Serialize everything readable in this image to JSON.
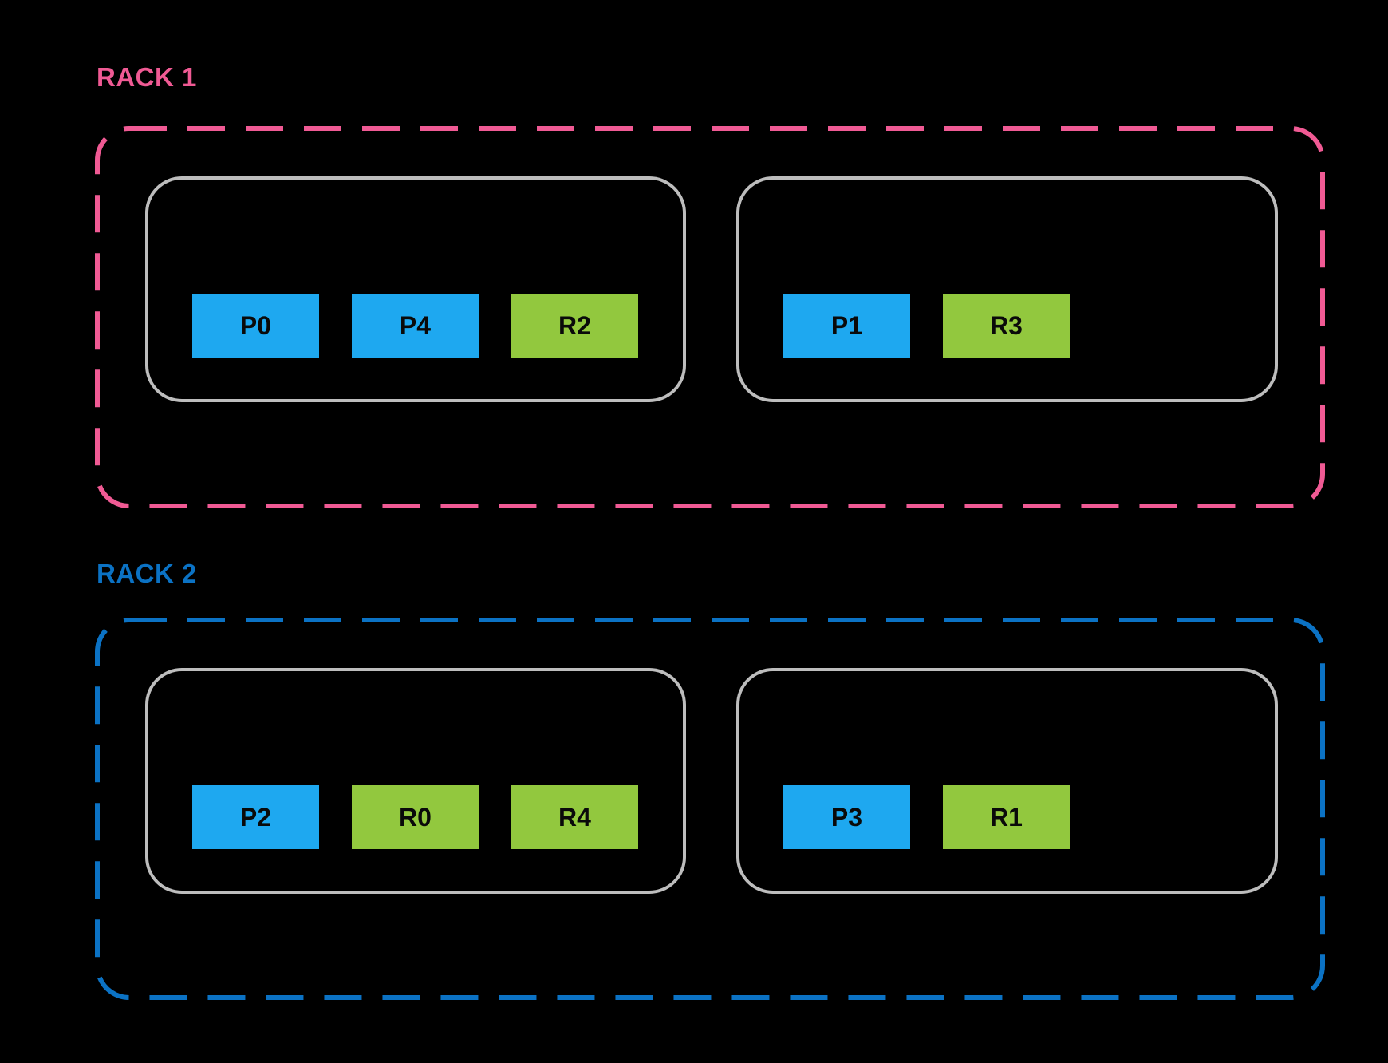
{
  "page": {
    "background": "#000000"
  },
  "colors": {
    "rack1_accent": "#F05A94",
    "rack2_accent": "#0B72C4",
    "pod_chip": "#1EA8F0",
    "replica_chip": "#92C83E",
    "chip_text": "#0A0A0A",
    "host_border": "#BDBDBD"
  },
  "racks": [
    {
      "label": "RACK 1",
      "hosts": [
        {
          "chips": [
            {
              "label": "P0",
              "type": "pod"
            },
            {
              "label": "P4",
              "type": "pod"
            },
            {
              "label": "R2",
              "type": "replica"
            }
          ]
        },
        {
          "chips": [
            {
              "label": "P1",
              "type": "pod"
            },
            {
              "label": "R3",
              "type": "replica"
            }
          ]
        }
      ]
    },
    {
      "label": "RACK 2",
      "hosts": [
        {
          "chips": [
            {
              "label": "P2",
              "type": "pod"
            },
            {
              "label": "R0",
              "type": "replica"
            },
            {
              "label": "R4",
              "type": "replica"
            }
          ]
        },
        {
          "chips": [
            {
              "label": "P3",
              "type": "pod"
            },
            {
              "label": "R1",
              "type": "replica"
            }
          ]
        }
      ]
    }
  ]
}
